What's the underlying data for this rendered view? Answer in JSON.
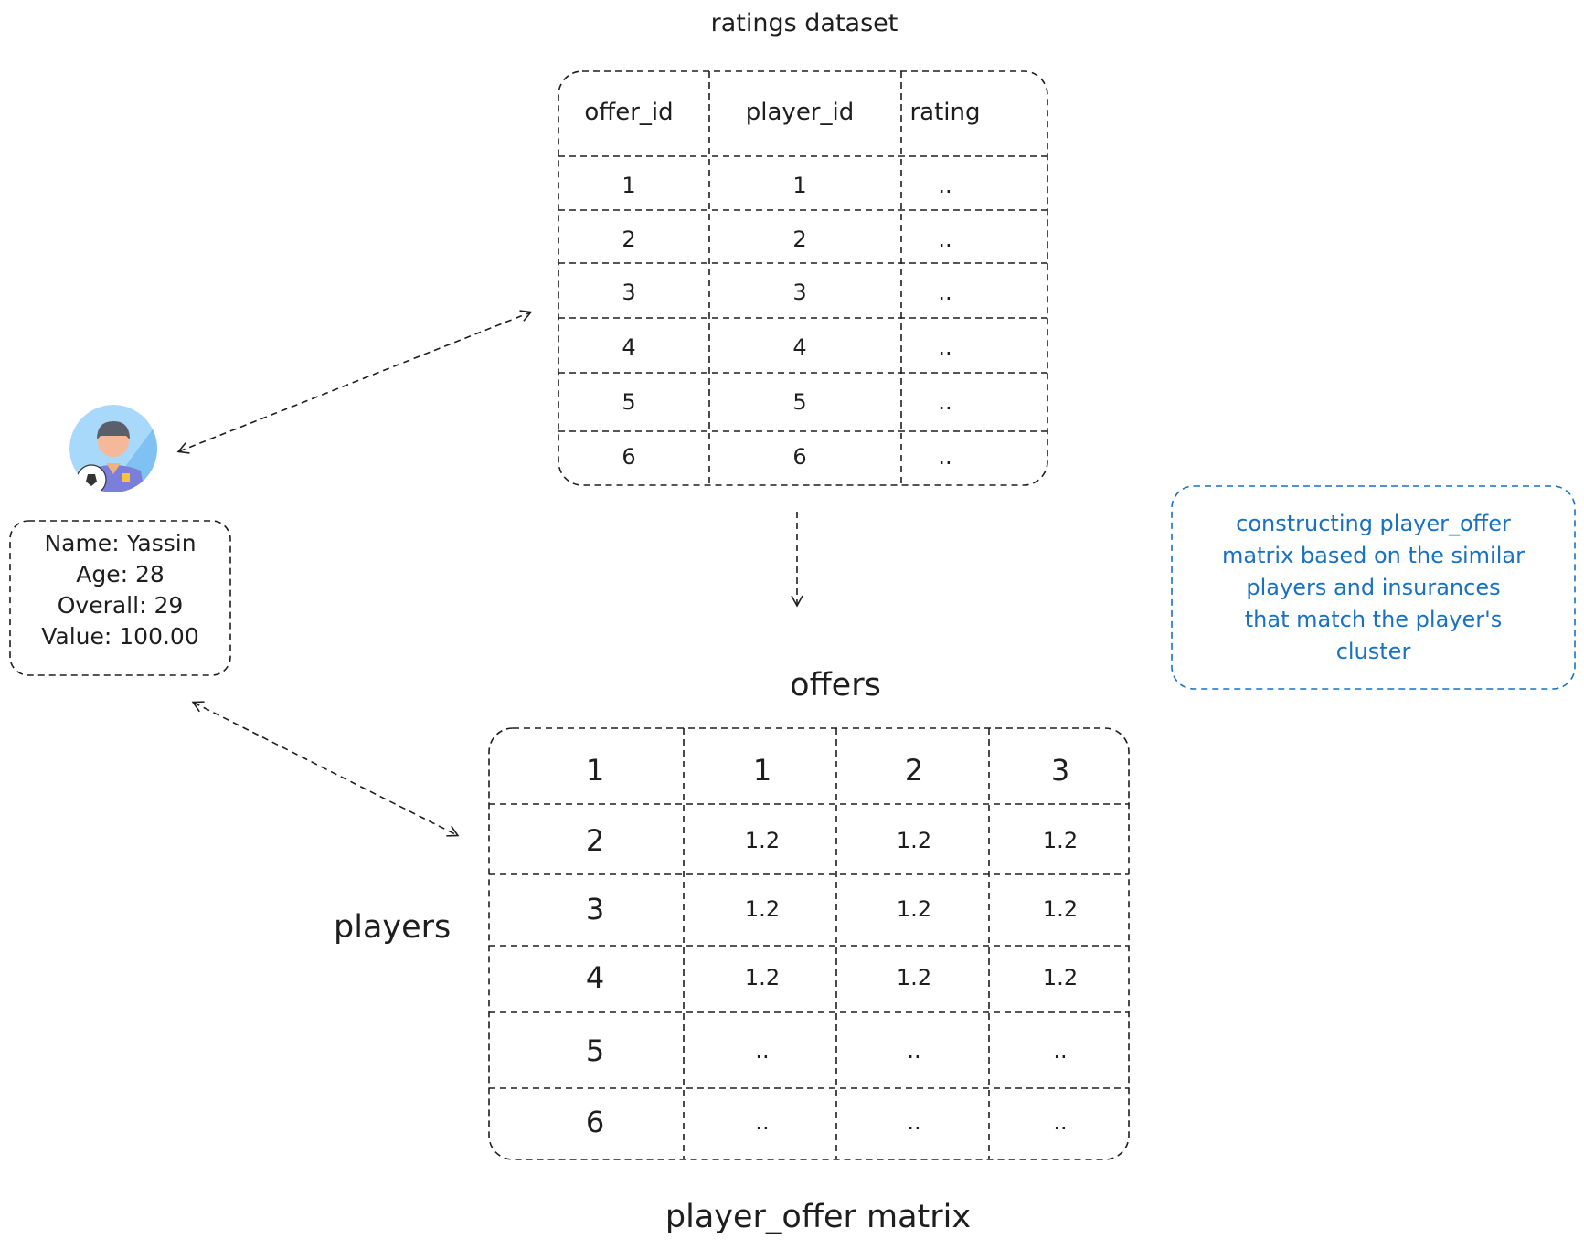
{
  "ratings": {
    "title": "ratings dataset",
    "headers": [
      "offer_id",
      "player_id",
      "rating"
    ],
    "rows": [
      [
        "1",
        "1",
        ".."
      ],
      [
        "2",
        "2",
        ".."
      ],
      [
        "3",
        "3",
        ".."
      ],
      [
        "4",
        "4",
        ".."
      ],
      [
        "5",
        "5",
        ".."
      ],
      [
        "6",
        "6",
        ".."
      ]
    ]
  },
  "player": {
    "lines": [
      "Name: Yassin",
      "Age: 28",
      "Overall: 29",
      "Value: 100.00"
    ]
  },
  "matrix": {
    "column_axis_label": "offers",
    "row_axis_label": "players",
    "caption": "player_offer matrix",
    "corner": "1",
    "column_headers": [
      "1",
      "2",
      "3"
    ],
    "row_headers": [
      "2",
      "3",
      "4",
      "5",
      "6"
    ],
    "values": [
      [
        "1.2",
        "1.2",
        "1.2"
      ],
      [
        "1.2",
        "1.2",
        "1.2"
      ],
      [
        "1.2",
        "1.2",
        "1.2"
      ],
      [
        "..",
        "..",
        ".."
      ],
      [
        "..",
        "..",
        ".."
      ]
    ]
  },
  "note": {
    "lines": [
      "constructing player_offer",
      "matrix based on the similar",
      "players and insurances",
      "that match the player's",
      "cluster"
    ],
    "color": "#1971c2"
  },
  "colors": {
    "stroke": "#1e1e1e",
    "avatar_bg": "#9fd2f7",
    "shirt": "#7b7fd9"
  },
  "icons": [
    "player-avatar-icon",
    "soccer-ball-icon"
  ]
}
